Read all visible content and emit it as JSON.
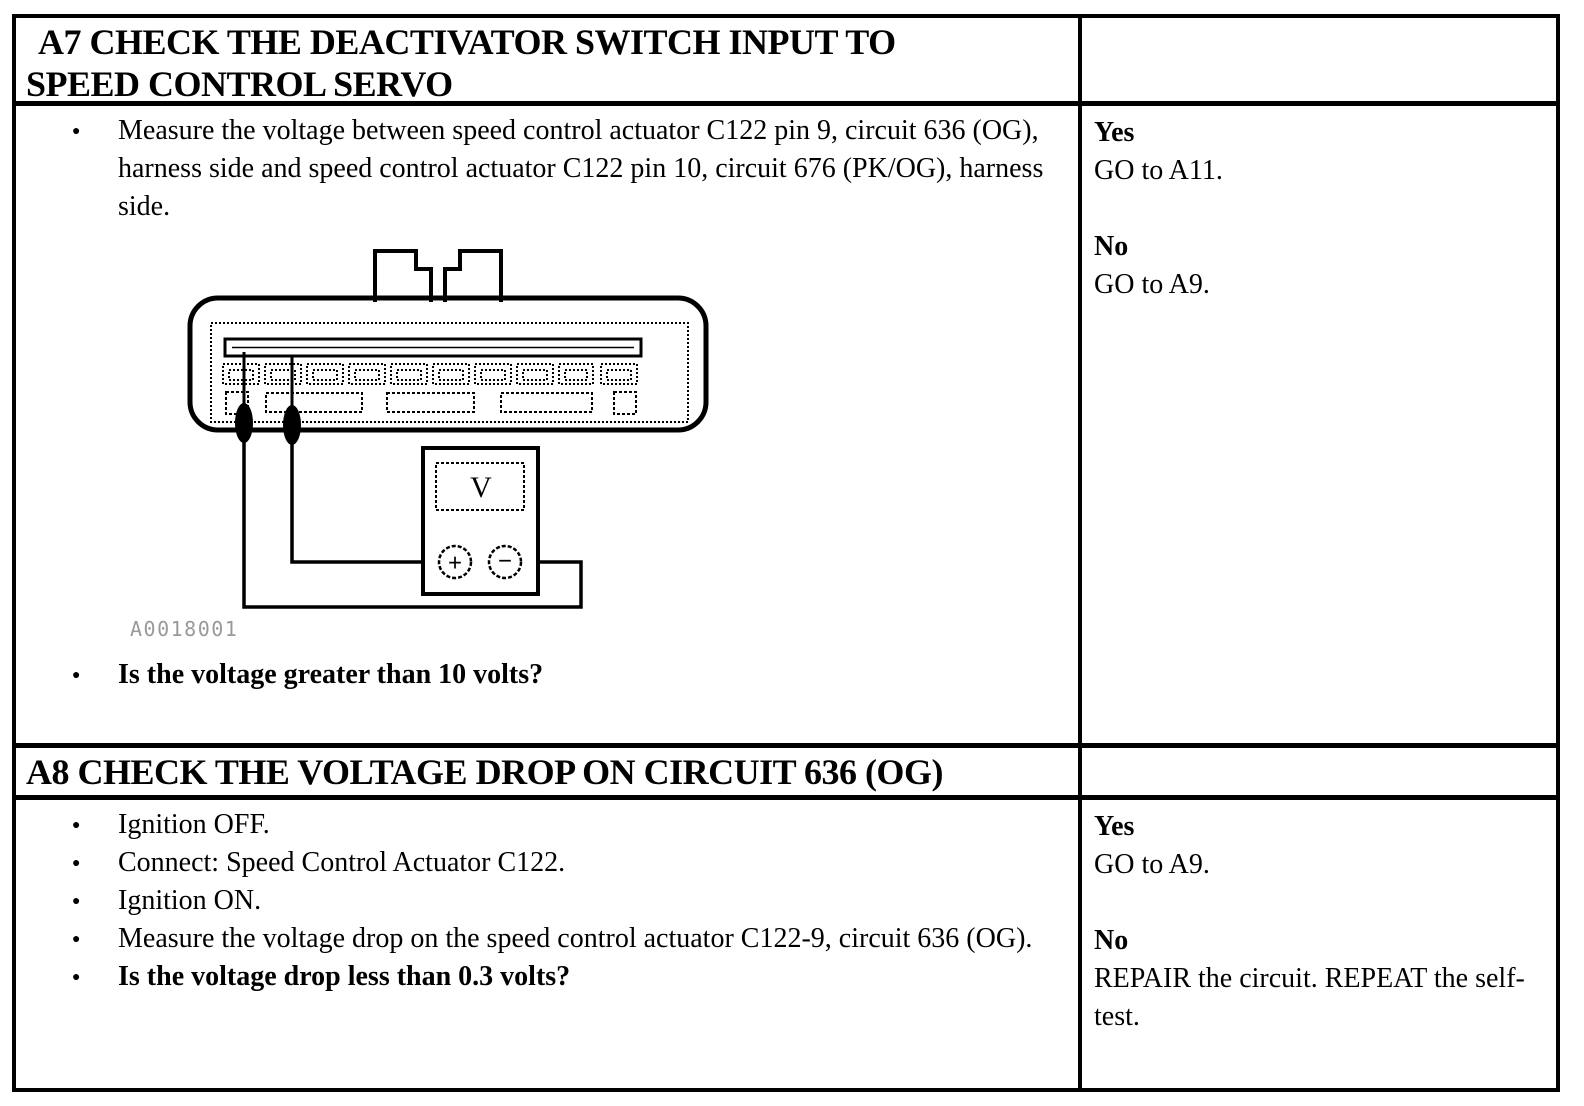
{
  "a7": {
    "title": "A7 CHECK THE DEACTIVATOR SWITCH INPUT TO SPEED CONTROL SERVO",
    "steps": [
      "Measure the voltage between speed control actuator C122 pin 9, circuit 636 (OG), harness side and speed control actuator C122 pin 10, circuit 676 (PK/OG), harness side."
    ],
    "question": "Is the voltage greater than 10 volts?",
    "figure": {
      "caption": "A0018001",
      "meter_label": "V",
      "plus_sign": "+",
      "minus_sign": "−"
    },
    "yes": {
      "label": "Yes",
      "action": "GO to A11."
    },
    "no": {
      "label": "No",
      "action": "GO to A9."
    }
  },
  "a8": {
    "title": "A8 CHECK THE VOLTAGE DROP ON CIRCUIT 636 (OG)",
    "steps": [
      "Ignition OFF.",
      "Connect: Speed Control Actuator C122.",
      "Ignition ON.",
      "Measure the voltage drop on the speed control actuator C122-9, circuit 636 (OG)."
    ],
    "question": "Is the voltage drop less than 0.3 volts?",
    "yes": {
      "label": "Yes",
      "action": "GO to A9."
    },
    "no": {
      "label": "No",
      "action": "REPAIR the circuit. REPEAT the self-test."
    }
  }
}
